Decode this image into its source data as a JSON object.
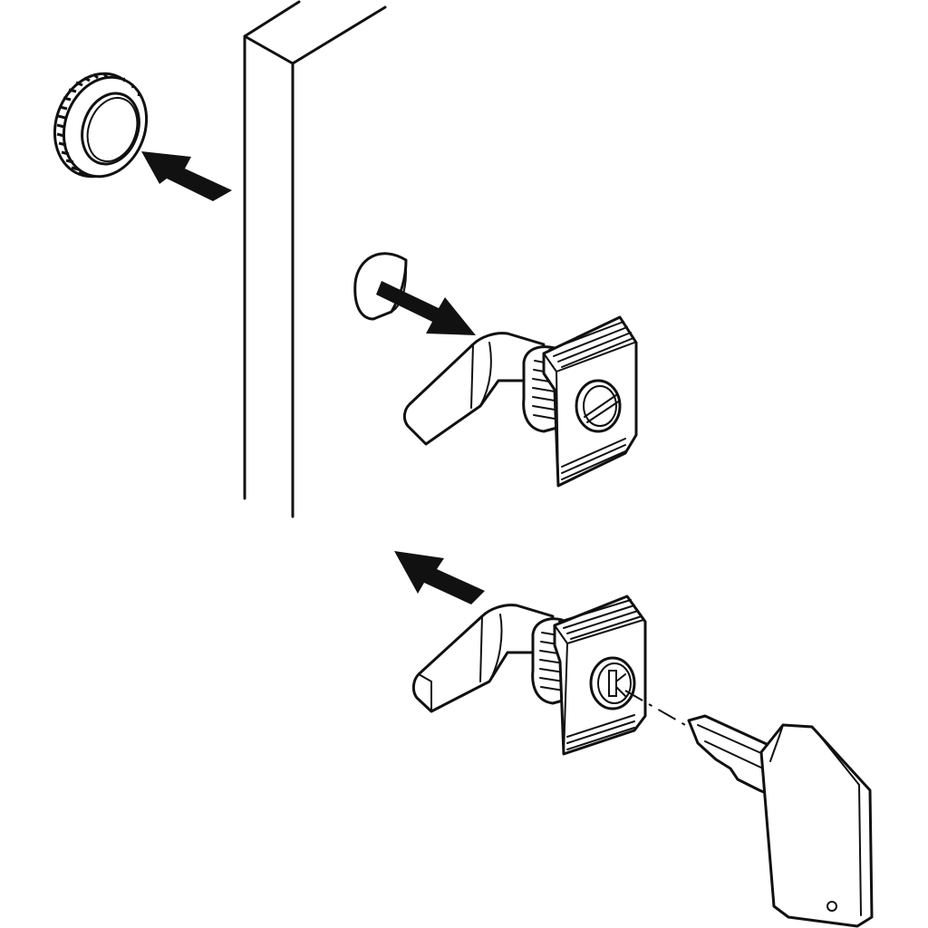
{
  "diagram": {
    "kind": "exploded-assembly-illustration",
    "parts": {
      "panel": "cabinet-door-panel",
      "nut": "knurled-retaining-nut",
      "spacer": "cam-spacer",
      "lock_upper": "quarter-turn-cam-lock-slot-insert",
      "lock_lower": "quarter-turn-cam-lock-keyed",
      "key": "key"
    },
    "arrows": [
      "nut-removal-arrow",
      "spacer-arrow",
      "lock-insert-arrow"
    ],
    "colors": {
      "line": "#111111",
      "fill": "#ffffff",
      "arrow": "#111111"
    }
  }
}
